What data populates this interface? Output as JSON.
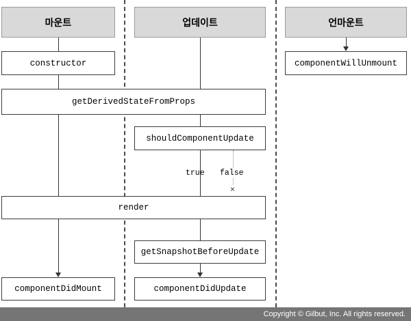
{
  "diagram": {
    "title_columns": [
      {
        "id": "mount",
        "label": "마운트"
      },
      {
        "id": "update",
        "label": "업데이트"
      },
      {
        "id": "unmount",
        "label": "언마운트"
      }
    ],
    "nodes": {
      "constructor": "constructor",
      "get_derived_state_from_props": "getDerivedStateFromProps",
      "should_component_update": "shouldComponentUpdate",
      "render": "render",
      "get_snapshot_before_update": "getSnapshotBeforeUpdate",
      "component_did_mount": "componentDidMount",
      "component_did_update": "componentDidUpdate",
      "component_will_unmount": "componentWillUnmount"
    },
    "branch_labels": {
      "true": "true",
      "false": "false",
      "terminator": "×"
    },
    "colors": {
      "header_fill": "#d9d9d9",
      "header_border": "#9a9a9a",
      "box_border": "#3a3a3a",
      "box_fill": "#ffffff",
      "line": "#333333",
      "dotted_line": "#8d8d8d",
      "divider": "#4a4a4a",
      "footer_bg": "#757575",
      "footer_text": "#ffffff"
    }
  },
  "footer": {
    "copyright": "Copyright © Gilbut, Inc. All rights reserved."
  }
}
